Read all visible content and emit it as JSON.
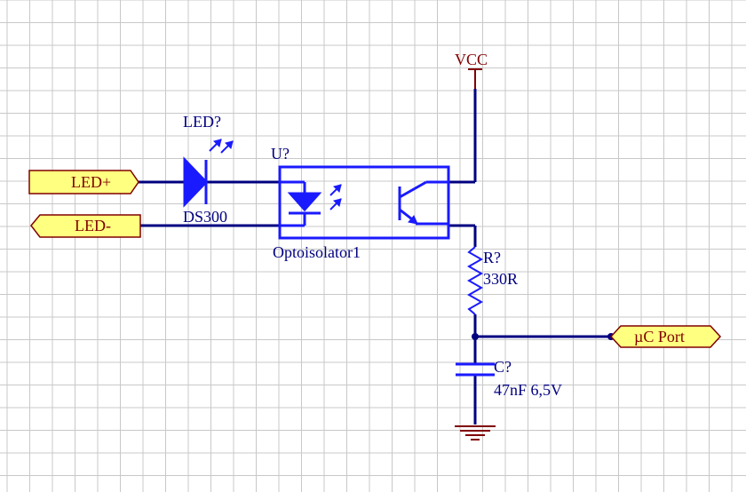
{
  "colors": {
    "background": "#ffffff",
    "grid": "#c8c8c8",
    "wire": "#000080",
    "component": "#1a1aff",
    "label_text": "#000080",
    "power": "#800000",
    "port_fill": "#ffff80",
    "port_stroke": "#800000"
  },
  "ports": {
    "led_plus": {
      "label": "LED+"
    },
    "led_minus": {
      "label": "LED-"
    },
    "uc_port": {
      "label": "µC Port"
    }
  },
  "power": {
    "vcc_label": "VCC"
  },
  "components": {
    "led": {
      "designator": "LED?",
      "value": "DS300"
    },
    "opto": {
      "designator": "U?",
      "value": "Optoisolator1"
    },
    "resistor": {
      "designator": "R?",
      "value": "330R"
    },
    "capacitor": {
      "designator": "C?",
      "value": "47nF 6,5V"
    }
  },
  "icons": [
    "led-icon",
    "optoisolator-icon",
    "resistor-icon",
    "capacitor-icon",
    "ground-icon",
    "vcc-icon"
  ]
}
